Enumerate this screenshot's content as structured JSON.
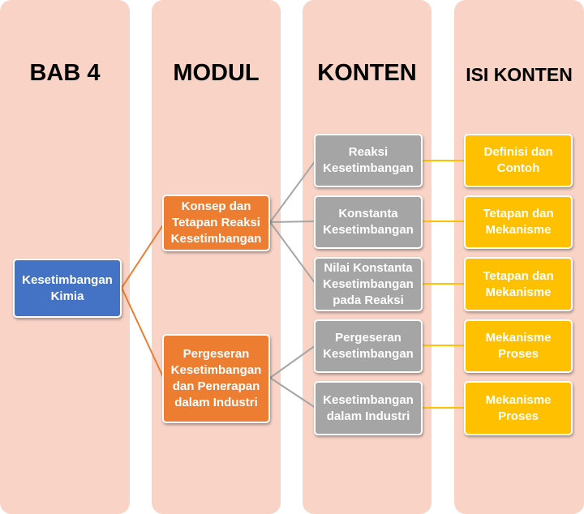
{
  "colors": {
    "column_bg": "#f8d3c6",
    "blue": "#4472c4",
    "orange": "#ed7d31",
    "gray": "#a5a5a5",
    "gold": "#ffc000"
  },
  "columns": {
    "bab": "BAB 4",
    "modul": "MODUL",
    "konten": "KONTEN",
    "isi": "ISI KONTEN"
  },
  "root": "Kesetimbangan\nKimia",
  "modules": [
    "Konsep dan\nTetapan Reaksi\nKesetimbangan",
    "Pergeseran\nKesetimbangan\ndan Penerapan\ndalam Industri"
  ],
  "contents": [
    "Reaksi\nKesetimbangan",
    "Konstanta\nKesetimbangan",
    "Nilai Konstanta\nKesetimbangan\npada Reaksi",
    "Pergeseran\nKesetimbangan",
    "Kesetimbangan\ndalam Industri"
  ],
  "details": [
    "Definisi dan\nContoh",
    "Tetapan dan\nMekanisme",
    "Tetapan dan\nMekanisme",
    "Mekanisme\nProses",
    "Mekanisme\nProses"
  ]
}
